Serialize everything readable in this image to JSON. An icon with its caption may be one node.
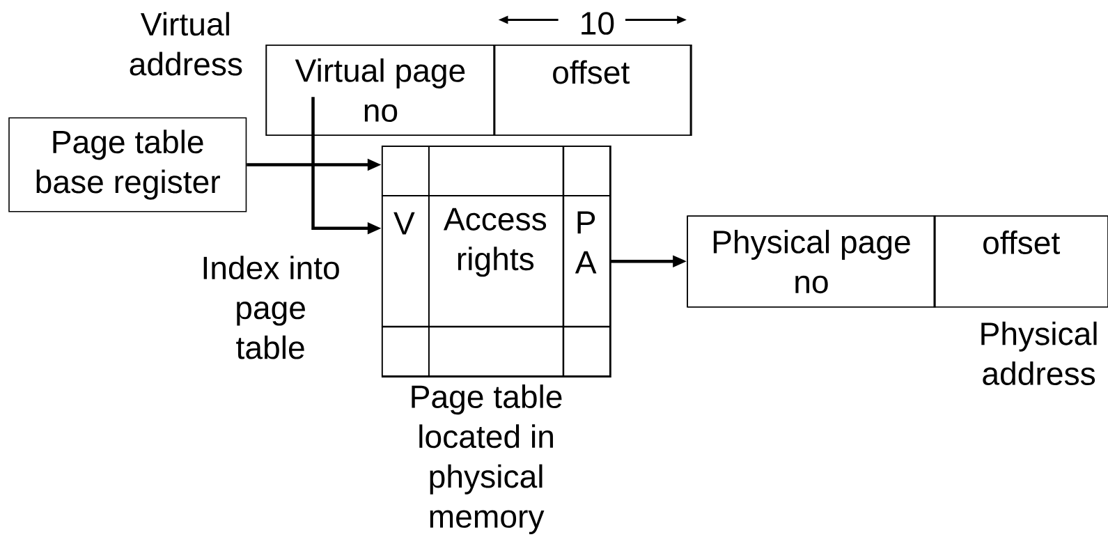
{
  "diagram": {
    "nodes": [
      {
        "text": [
          "Virtual address"
        ]
      },
      {
        "text": [
          "Virtual page no"
        ],
        "in": 0
      },
      {
        "text": [
          "offset"
        ],
        "in": 0
      },
      {
        "text": [
          "Page table base register"
        ]
      },
      {
        "text": [
          "Page table located in physical memory"
        ]
      },
      {
        "text": [],
        "shape": "box",
        "in": 4
      },
      {
        "text": [],
        "shape": "box",
        "in": 4
      },
      {
        "text": [],
        "shape": "box",
        "in": 4
      },
      {
        "text": [
          "V"
        ],
        "in": 4
      },
      {
        "text": [
          "Access rights"
        ],
        "in": 4
      },
      {
        "text": [
          "P A"
        ],
        "in": 4
      },
      {
        "text": [],
        "shape": "box",
        "in": 4
      },
      {
        "text": [],
        "shape": "box",
        "in": 4
      },
      {
        "text": [],
        "shape": "box",
        "in": 4
      },
      {
        "text": [
          "Physical address"
        ]
      },
      {
        "text": [
          "Physical page no"
        ],
        "in": 14
      },
      {
        "text": [
          "offset"
        ],
        "in": 14
      }
    ],
    "edges": [
      {
        "from": 3,
        "to": 5,
        "arrow": "to"
      },
      {
        "from": 1,
        "to": 8,
        "arrow": "to"
      },
      {
        "from": 10,
        "to": 15,
        "arrow": "to"
      }
    ],
    "labels": [
      "10",
      "Index into page table"
    ]
  }
}
